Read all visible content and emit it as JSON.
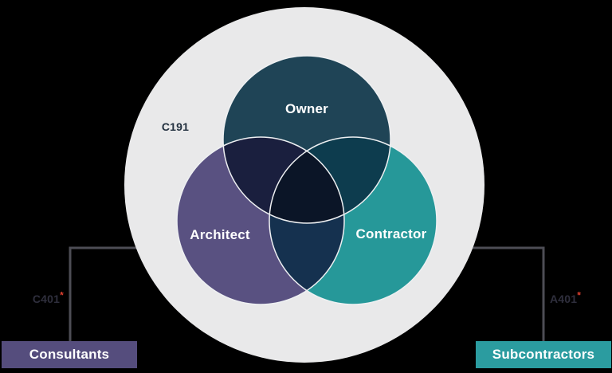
{
  "colors": {
    "background": "#000000",
    "outer_circle": "#e9e9ea",
    "connector_line": "#4d4d55",
    "ring_stroke": "#eef0f2",
    "asterisk": "#e0402f",
    "outside_code_text": "#2f2f3d",
    "inner_code_text": "#22303f",
    "circle_label_text": "#ffffff"
  },
  "venn": {
    "outer_label": "C191",
    "circles": [
      {
        "label": "Owner",
        "color": "#1f4456"
      },
      {
        "label": "Architect",
        "color": "#595181"
      },
      {
        "label": "Contractor",
        "color": "#269899"
      }
    ],
    "overlaps": {
      "owner_architect": "#1a1f3e",
      "owner_contractor": "#0d3c4e",
      "architect_contractor": "#15314f",
      "center": "#0b1527"
    }
  },
  "callouts": {
    "left": {
      "code": "C401",
      "asterisk": "*",
      "box_label": "Consultants",
      "box_color": "#554d7d"
    },
    "right": {
      "code": "A401",
      "asterisk": "*",
      "box_label": "Subcontractors",
      "box_color": "#2b9ca0"
    }
  }
}
